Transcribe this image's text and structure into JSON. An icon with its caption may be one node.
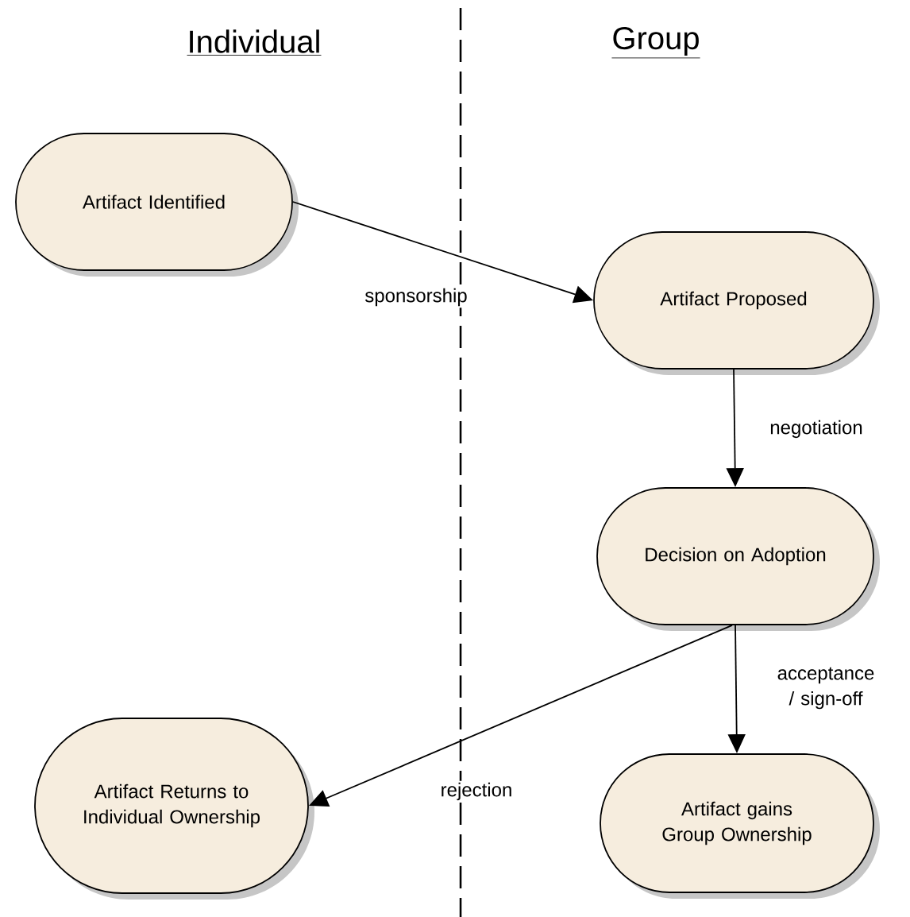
{
  "diagram": {
    "nodes": [
      {
        "text": [
          "Artifact Identified"
        ]
      },
      {
        "text": [
          "Artifact Proposed"
        ]
      },
      {
        "text": [
          "Decision on Adoption"
        ]
      },
      {
        "text": [
          "Artifact Returns to Individual Ownership"
        ]
      },
      {
        "text": [
          "Artifact gains Group Ownership"
        ]
      }
    ],
    "edges": [
      {
        "from": 0,
        "to": 1,
        "arrow": "to",
        "label": "sponsorship"
      },
      {
        "from": 1,
        "to": 2,
        "arrow": "to",
        "label": "negotiation"
      },
      {
        "from": 2,
        "to": 4,
        "arrow": "to",
        "label": "acceptance / sign-off"
      },
      {
        "from": 2,
        "to": 3,
        "arrow": "to",
        "label": "rejection"
      }
    ],
    "labels": [
      "Individual",
      "Group"
    ]
  }
}
